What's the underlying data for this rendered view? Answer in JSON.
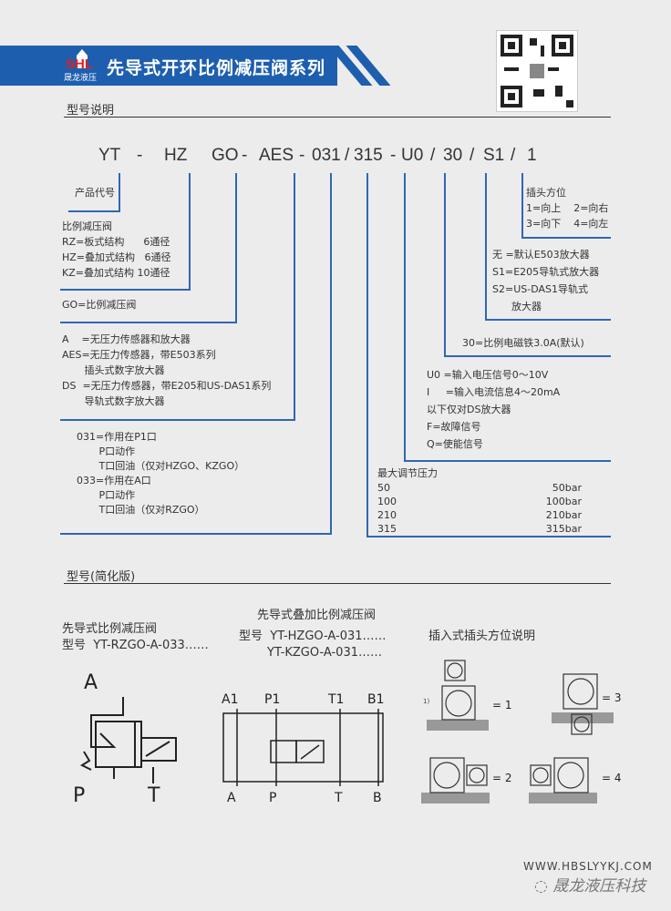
{
  "header": {
    "title": "先导式开环比例减压阀系列",
    "logo_text": "晟龙液压",
    "logo_mark": "SHL"
  },
  "section1": {
    "title": "型号说明"
  },
  "model_code": [
    "YT",
    "-",
    "HZ",
    "GO",
    "-",
    "AES",
    "-",
    "031",
    "/",
    "315",
    "-",
    "U0",
    "/",
    "30",
    "/",
    "S1",
    "/",
    "1"
  ],
  "left": {
    "product_code": "产品代号",
    "valve": [
      "比例减压阀",
      "RZ=板式结构      6通径",
      "HZ=叠加式结构   6通径",
      "KZ=叠加式结构 10通径"
    ],
    "go": "GO=比例减压阀",
    "sensor": [
      "A    =无压力传感器和放大器",
      "AES=无压力传感器，带E503系列",
      "       插头式数字放大器",
      "DS  =无压力传感器，带E205和US-DAS1系列",
      "       导轨式数字放大器"
    ],
    "port": [
      "031=作用在P1口",
      "       P口动作",
      "       T口回油（仅对HZGO、KZGO）",
      "033=作用在A口",
      "       P口动作",
      "       T口回油（仅对RZGO）"
    ]
  },
  "right": {
    "plug": [
      "插头方位",
      "1=向上    2=向右",
      "3=向下    4=向左"
    ],
    "amp": [
      "无 =默认E503放大器",
      "S1=E205导轨式放大器",
      "S2=US-DAS1导轨式",
      "      放大器"
    ],
    "coil": "30=比例电磁铁3.0A(默认)",
    "signal": [
      "U0 =输入电压信号0～10V",
      "I     =输入电流信息4～20mA",
      "以下仅对DS放大器",
      "F=故障信号",
      "Q=使能信号"
    ],
    "pressure_title": "最大调节压力",
    "pressure": [
      [
        "50",
        "50bar"
      ],
      [
        "100",
        "100bar"
      ],
      [
        "210",
        "210bar"
      ],
      [
        "315",
        "315bar"
      ]
    ]
  },
  "section2": {
    "title": "型号(简化版)"
  },
  "simple": {
    "a_title": "先导式比例减压阀",
    "a_code": "型号  YT-RZGO-A-033……",
    "b_title": "先导式叠加比例减压阀",
    "b_code1": "型号  YT-HZGO-A-031……",
    "b_code2": "YT-KZGO-A-031……",
    "c_title": "插入式插头方位说明"
  },
  "symbol_a": {
    "A": "A",
    "P": "P",
    "T": "T"
  },
  "symbol_b": {
    "top": [
      "A1",
      "P1",
      "T1",
      "B1"
    ],
    "bottom": [
      "A",
      "P",
      "T",
      "B"
    ]
  },
  "plug_diagram": {
    "labels": [
      "= 1",
      "= 3",
      "= 2",
      "= 4"
    ],
    "note": "1)"
  },
  "footer": {
    "url": "WWW.HBSLYYKJ.COM",
    "brand": "晟龙液压科技"
  }
}
